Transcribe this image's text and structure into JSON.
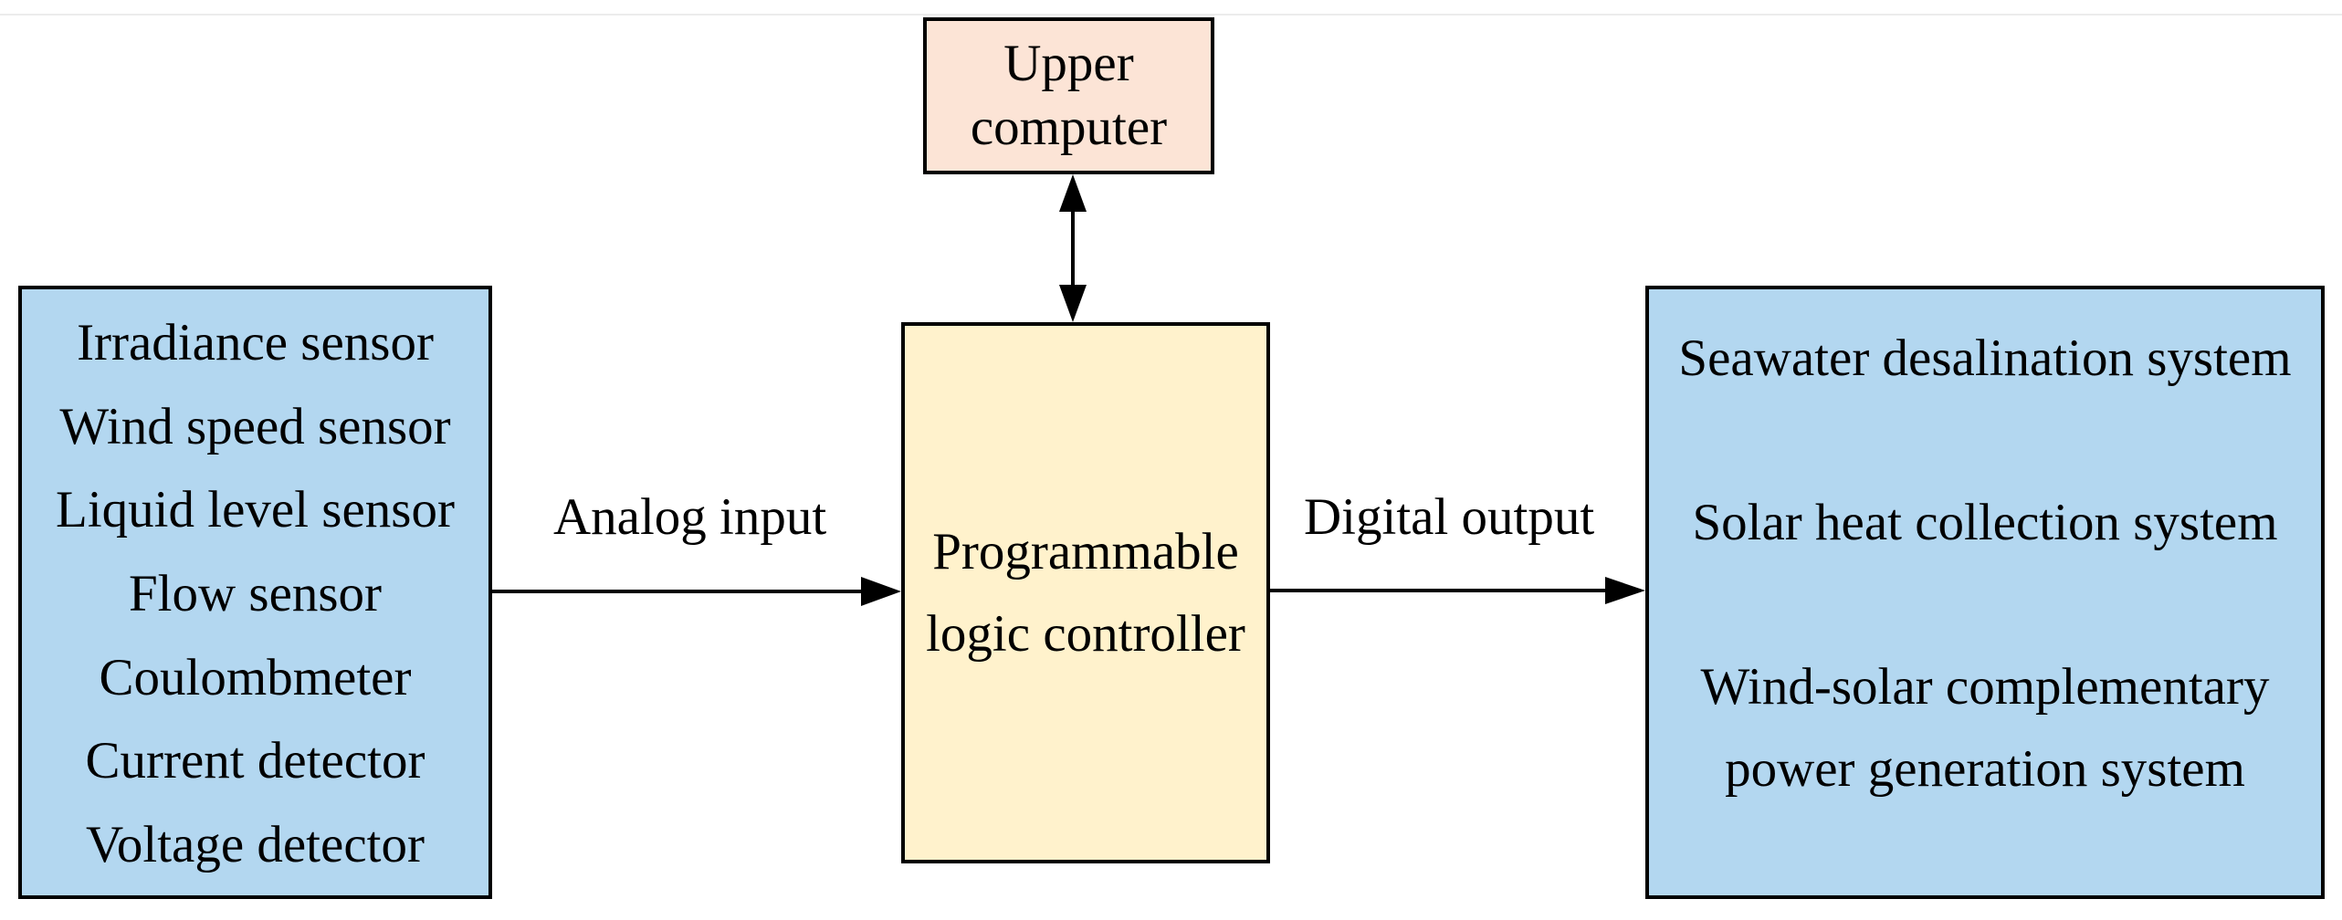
{
  "sensors": {
    "items": [
      "Irradiance sensor",
      "Wind speed sensor",
      "Liquid level sensor",
      "Flow sensor",
      "Coulombmeter",
      "Current detector",
      "Voltage detector"
    ]
  },
  "upper_computer": {
    "lines": [
      "Upper",
      "computer"
    ]
  },
  "plc": {
    "lines": [
      "Programmable",
      "logic controller"
    ]
  },
  "systems": {
    "seawater": "Seawater desalination system",
    "solar": "Solar heat collection system",
    "wind_line1": "Wind-solar complementary",
    "wind_line2": "power generation system"
  },
  "edges": {
    "analog": "Analog input",
    "digital": "Digital output"
  },
  "colors": {
    "blue_box": "#B3D7F0",
    "peach_box": "#FCE4D6",
    "yellow_box": "#FFF2CC"
  }
}
